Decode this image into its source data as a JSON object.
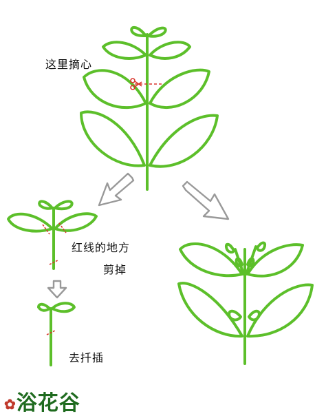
{
  "labels": {
    "pinch_here": "这里摘心",
    "red_line_place": "红线的地方",
    "cut_off": "剪掉",
    "for_cutting": "去扦插"
  },
  "logo": {
    "text": "浴花谷"
  },
  "colors": {
    "stem": "#5cbf2a",
    "cut_line": "#d9342b",
    "arrow_outline": "#999999",
    "text": "#111111"
  },
  "icons": {
    "scissors": "scissors-icon"
  }
}
